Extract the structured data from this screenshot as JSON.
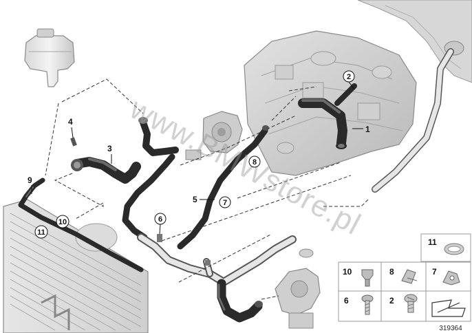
{
  "watermark": "www.BMWstore.pl",
  "document_number": "319364",
  "callouts": [
    {
      "id": "c1",
      "label": "1",
      "circled": false
    },
    {
      "id": "c2",
      "label": "2",
      "circled": true
    },
    {
      "id": "c3",
      "label": "3",
      "circled": false
    },
    {
      "id": "c4",
      "label": "4",
      "circled": false
    },
    {
      "id": "c5",
      "label": "5",
      "circled": false
    },
    {
      "id": "c6",
      "label": "6",
      "circled": true
    },
    {
      "id": "c7",
      "label": "7",
      "circled": true
    },
    {
      "id": "c8",
      "label": "8",
      "circled": true
    },
    {
      "id": "c9",
      "label": "9",
      "circled": false
    },
    {
      "id": "c10",
      "label": "10",
      "circled": true
    },
    {
      "id": "c11",
      "label": "11",
      "circled": true
    }
  ],
  "parts_legend": [
    {
      "label": "11",
      "part": "hose-clamp"
    },
    {
      "label": "10",
      "part": "clip"
    },
    {
      "label": "8",
      "part": "clip"
    },
    {
      "label": "7",
      "part": "clip"
    },
    {
      "label": "6",
      "part": "screw"
    },
    {
      "label": "2",
      "part": "plug"
    }
  ]
}
